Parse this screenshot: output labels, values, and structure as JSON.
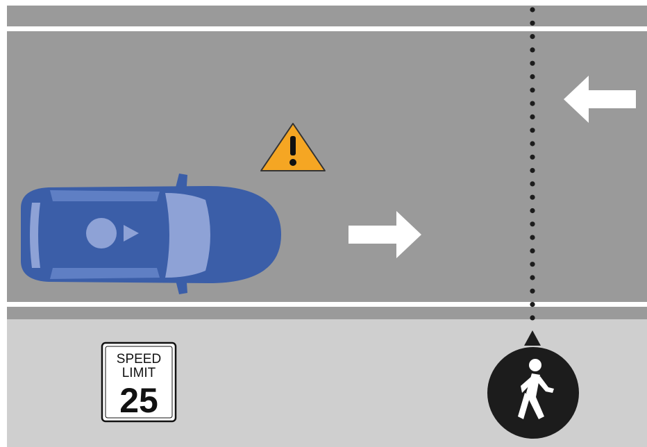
{
  "speed_sign": {
    "line1": "SPEED",
    "line2": "LIMIT",
    "value": "25"
  },
  "colors": {
    "road": "#9a9a9a",
    "sidewalk": "#cfcfcf",
    "lane_line": "#ffffff",
    "car_body": "#3b5ea8",
    "car_window": "#8ea2d6",
    "warning": "#f5a623",
    "pedestrian_badge": "#1c1c1c"
  },
  "icons": {
    "car": "car-top-view-icon",
    "warning": "warning-triangle-icon",
    "pedestrian": "pedestrian-walking-icon",
    "arrow_right": "arrow-right-icon",
    "arrow_left": "arrow-left-icon",
    "crossing_marker": "crossing-marker-icon"
  }
}
